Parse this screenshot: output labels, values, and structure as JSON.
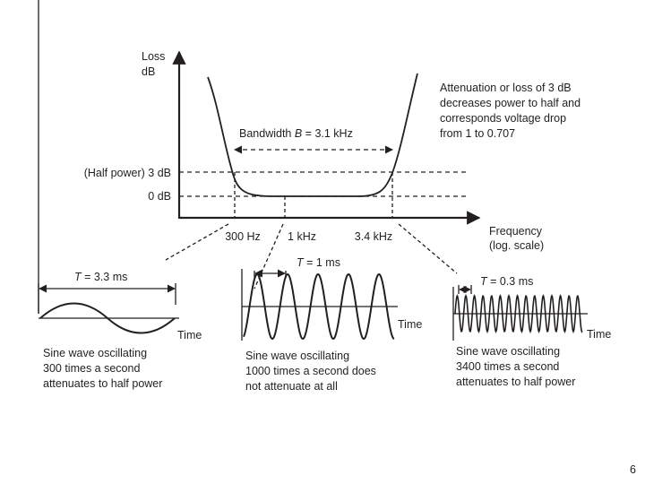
{
  "main_chart": {
    "y_axis_label_line1": "Loss",
    "y_axis_label_line2": "dB",
    "x_axis_label_line1": "Frequency",
    "x_axis_label_line2": "(log. scale)",
    "level_half_power": "(Half power) 3 dB",
    "level_zero": "0 dB",
    "bandwidth_prefix": "Bandwidth ",
    "bandwidth_symbol": "B",
    "bandwidth_value": " = 3.1 kHz",
    "tick_300": "300 Hz",
    "tick_1k": "1 kHz",
    "tick_3k4": "3.4 kHz",
    "note_line1": "Attenuation or loss of 3 dB",
    "note_line2": "decreases power to half and",
    "note_line3": "corresponds voltage drop",
    "note_line4": "from 1 to 0.707"
  },
  "waves": [
    {
      "period_symbol": "T",
      "period_value": " = 3.3 ms",
      "time_label": "Time",
      "caption_line1": "Sine wave oscillating",
      "caption_line2": "300 times a second",
      "caption_line3": "attenuates to half power"
    },
    {
      "period_symbol": "T",
      "period_value": " = 1 ms",
      "time_label": "Time",
      "caption_line1": "Sine wave oscillating",
      "caption_line2": "1000 times a second does",
      "caption_line3": "not attenuate at all"
    },
    {
      "period_symbol": "T",
      "period_value": " = 0.3 ms",
      "time_label": "Time",
      "caption_line1": "Sine wave oscillating",
      "caption_line2": "3400 times a second",
      "caption_line3": "attenuates to half power"
    }
  ],
  "page_number": "6"
}
